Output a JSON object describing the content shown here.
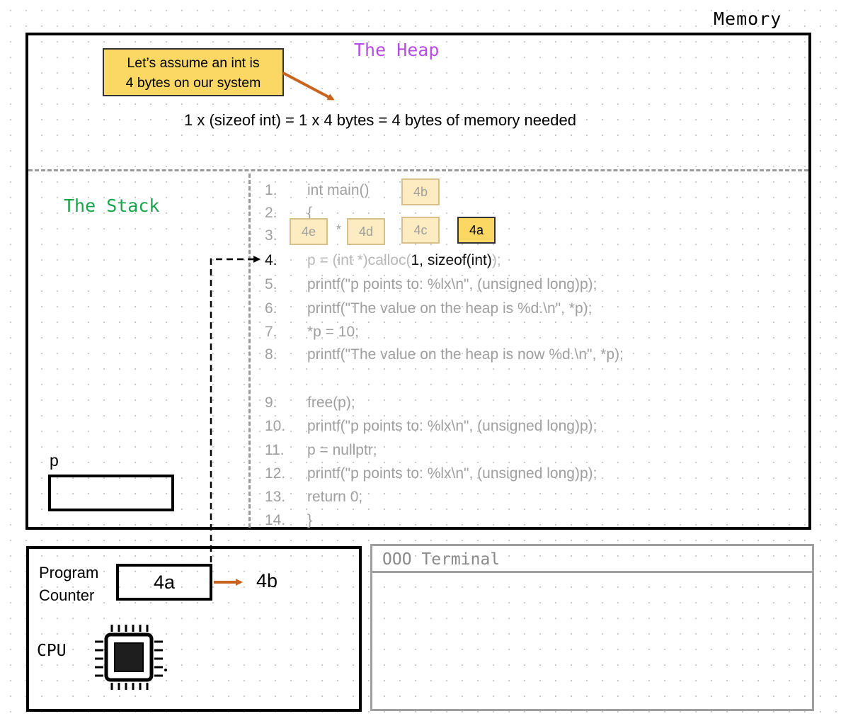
{
  "memory": {
    "title": "Memory"
  },
  "heap": {
    "title": "The Heap",
    "note_line1": "Let’s assume an int is",
    "note_line2": "4 bytes on our system",
    "formula": "1 x (sizeof int) = 1 x 4 bytes = 4 bytes of memory needed"
  },
  "stack": {
    "title": "The Stack",
    "variable_label": "p",
    "variable_value": ""
  },
  "code": {
    "lines": [
      {
        "num": "1.",
        "text": "int main()"
      },
      {
        "num": "2.",
        "text": "{"
      },
      {
        "num": "3.",
        "text": ""
      },
      {
        "num": "4.",
        "pre": "p = (int *)calloc(",
        "mid": "1, sizeof(int)",
        "post": ");"
      },
      {
        "num": "5.",
        "text": "printf(\"p points to: %lx\\n\", (unsigned long)p);"
      },
      {
        "num": "6.",
        "text": "printf(\"The value on the heap is %d.\\n\", *p);"
      },
      {
        "num": "7.",
        "text": "*p = 10;"
      },
      {
        "num": "8.",
        "text": "printf(\"The value on the heap is now %d.\\n\", *p);"
      },
      {
        "num": "9.",
        "text": "free(p);"
      },
      {
        "num": "10.",
        "text": "printf(\"p points to: %lx\\n\", (unsigned long)p);"
      },
      {
        "num": "11.",
        "text": "p = nullptr;"
      },
      {
        "num": "12.",
        "text": "printf(\"p points to: %lx\\n\", (unsigned long)p);"
      },
      {
        "num": "13.",
        "text": "return 0;"
      },
      {
        "num": "14.",
        "text": "}"
      }
    ],
    "step_labels": {
      "b": "4b",
      "e": "4e",
      "star": "*",
      "d": "4d",
      "c": "4c",
      "a": "4a"
    }
  },
  "cpu": {
    "pc_label_line1": "Program",
    "pc_label_line2": "Counter",
    "pc_value": "4a",
    "pc_next": "4b",
    "cpu_label": "CPU"
  },
  "terminal": {
    "title": "OOO Terminal"
  },
  "colors": {
    "heap_title": "#b64de6",
    "stack_title": "#1aa34a",
    "highlight": "#fbd864",
    "faded_box": "#fdebc1",
    "arrow": "#c8641e"
  }
}
